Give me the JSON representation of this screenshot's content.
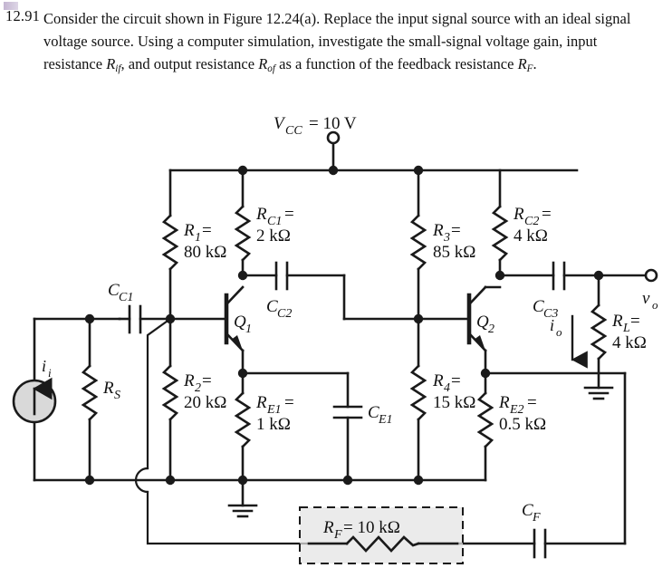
{
  "problem": {
    "number": "12.91",
    "line1": "Consider the circuit shown in Figure 12.24(a). Replace the input signal",
    "line2": "source with an ideal signal voltage source. Using a computer simulation,",
    "line3_a": "investigate the small-signal voltage gain, input resistance ",
    "line3_sym": "R",
    "line3_sub": "if",
    "line3_b": ", and output",
    "line4_a": "resistance ",
    "line4_sym": "R",
    "line4_sub": "of",
    "line4_b": " as a function of the feedback resistance ",
    "line4_sym2": "R",
    "line4_sub2": "F",
    "line4_c": "."
  },
  "circuit": {
    "title": "two-stage BJT amplifier with shunt-series feedback",
    "supply": {
      "name": "Vcc-terminal",
      "symbol": "V",
      "subscript": "CC",
      "equals": "= 10 V",
      "full_label": "VCC = 10 V"
    },
    "output": {
      "name": "vo-terminal",
      "symbol": "v",
      "subscript": "o"
    },
    "source": {
      "name": "input-current-source",
      "symbol": "i",
      "subscript": "i"
    },
    "output_current": {
      "name": "io-arrow",
      "symbol": "i",
      "subscript": "o"
    },
    "transistors": [
      {
        "id": "Q1",
        "symbol": "Q",
        "subscript": "1",
        "type": "npn"
      },
      {
        "id": "Q2",
        "symbol": "Q",
        "subscript": "2",
        "type": "npn"
      }
    ],
    "resistors": [
      {
        "id": "RS",
        "symbol": "R",
        "subscript": "S",
        "value": "",
        "line1": "R",
        "line1_sub": "S",
        "line2": ""
      },
      {
        "id": "R1",
        "symbol": "R",
        "subscript": "1",
        "value": "80 kΩ",
        "line1_tail": " =",
        "line2": "80 kΩ"
      },
      {
        "id": "R2",
        "symbol": "R",
        "subscript": "2",
        "value": "20 kΩ",
        "line1_tail": " =",
        "line2": "20 kΩ"
      },
      {
        "id": "RC1",
        "symbol": "R",
        "subscript": "C1",
        "value": "2 kΩ",
        "line1_tail": " =",
        "line2": "2 kΩ"
      },
      {
        "id": "RE1",
        "symbol": "R",
        "subscript": "E1",
        "value": "1 kΩ",
        "line1_tail": " =",
        "line2": "1 kΩ"
      },
      {
        "id": "R3",
        "symbol": "R",
        "subscript": "3",
        "value": "85 kΩ",
        "line1_tail": " =",
        "line2": "85 kΩ"
      },
      {
        "id": "R4",
        "symbol": "R",
        "subscript": "4",
        "value": "15 kΩ",
        "line1_tail": " =",
        "line2": "15 kΩ"
      },
      {
        "id": "RC2",
        "symbol": "R",
        "subscript": "C2",
        "value": "4 kΩ",
        "line1_tail": " =",
        "line2": "4 kΩ"
      },
      {
        "id": "RE2",
        "symbol": "R",
        "subscript": "E2",
        "value": "0.5 kΩ",
        "line1_tail": " =",
        "line2": "0.5 kΩ"
      },
      {
        "id": "RL",
        "symbol": "R",
        "subscript": "L",
        "value": "4 kΩ",
        "line1_tail": " =",
        "line2": "4 kΩ"
      },
      {
        "id": "RF",
        "symbol": "R",
        "subscript": "F",
        "value": "10 kΩ",
        "line1_tail": " = 10 kΩ",
        "line2": ""
      }
    ],
    "capacitors": [
      {
        "id": "CC1",
        "symbol": "C",
        "subscript": "C1"
      },
      {
        "id": "CC2",
        "symbol": "C",
        "subscript": "C2"
      },
      {
        "id": "CC3",
        "symbol": "C",
        "subscript": "C3"
      },
      {
        "id": "CE1",
        "symbol": "C",
        "subscript": "E1"
      },
      {
        "id": "CF",
        "symbol": "C",
        "subscript": "F"
      }
    ],
    "feedback_box": {
      "name": "feedback-resistor-highlight",
      "label_main": "R",
      "label_sub": "F",
      "label_tail": "= 10 kΩ",
      "fill": "#e3e3e3",
      "stroke": "#1a1a1a",
      "dashed": true
    },
    "colors": {
      "wire": "#1a1a1a",
      "source_fill": "#d9d9d9",
      "box_fill": "#e3e3e3",
      "background": "#ffffff"
    }
  }
}
